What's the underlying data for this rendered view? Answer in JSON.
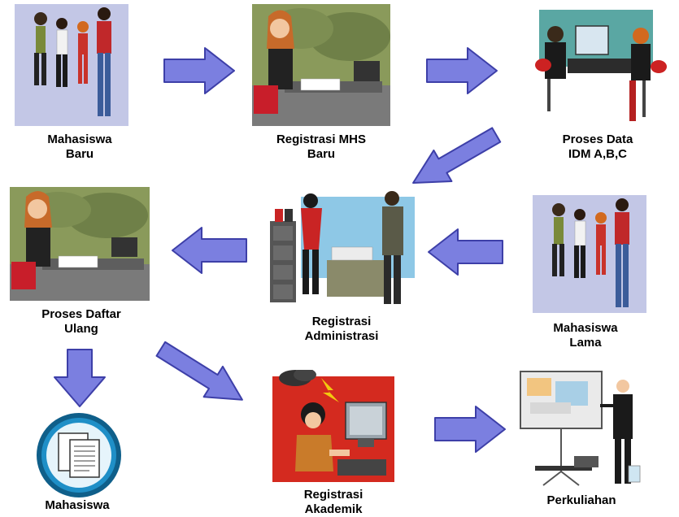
{
  "nodes": {
    "mahasiswa_baru": {
      "line1": "Mahasiswa",
      "line2": "Baru"
    },
    "registrasi_mhs_baru": {
      "line1": "Registrasi MHS",
      "line2": "Baru"
    },
    "proses_data": {
      "line1": "Proses Data",
      "line2": "IDM A,B,C"
    },
    "proses_daftar_ulang": {
      "line1": "Proses Daftar",
      "line2": "Ulang"
    },
    "registrasi_administrasi": {
      "line1": "Registrasi",
      "line2": "Administrasi"
    },
    "mahasiswa_lama": {
      "line1": "Mahasiswa",
      "line2": "Lama"
    },
    "mahasiswa_doc": {
      "line1": "Mahasiswa"
    },
    "registrasi_akademik": {
      "line1": "Registrasi",
      "line2": "Akademik"
    },
    "perkuliahan": {
      "line1": "Perkuliahan"
    }
  },
  "colors": {
    "arrow_fill": "#7b7fe0",
    "arrow_stroke": "#3d3fa8",
    "office_green": "#8a9a5b",
    "sky_blue": "#8ec8e6",
    "red_bg": "#d42a1f",
    "doc_circle": "#1f8fc7"
  },
  "icons": {
    "mahasiswa_baru": "students-group-illustration",
    "registrasi_mhs_baru": "woman-writing-at-desk-illustration",
    "proses_data": "two-people-at-computer-illustration",
    "proses_daftar_ulang": "woman-writing-at-desk-illustration",
    "registrasi_administrasi": "office-filing-illustration",
    "mahasiswa_lama": "students-group-illustration",
    "mahasiswa_doc": "documents-icon",
    "registrasi_akademik": "stressed-woman-at-computer-illustration",
    "perkuliahan": "lecturer-presentation-illustration"
  }
}
